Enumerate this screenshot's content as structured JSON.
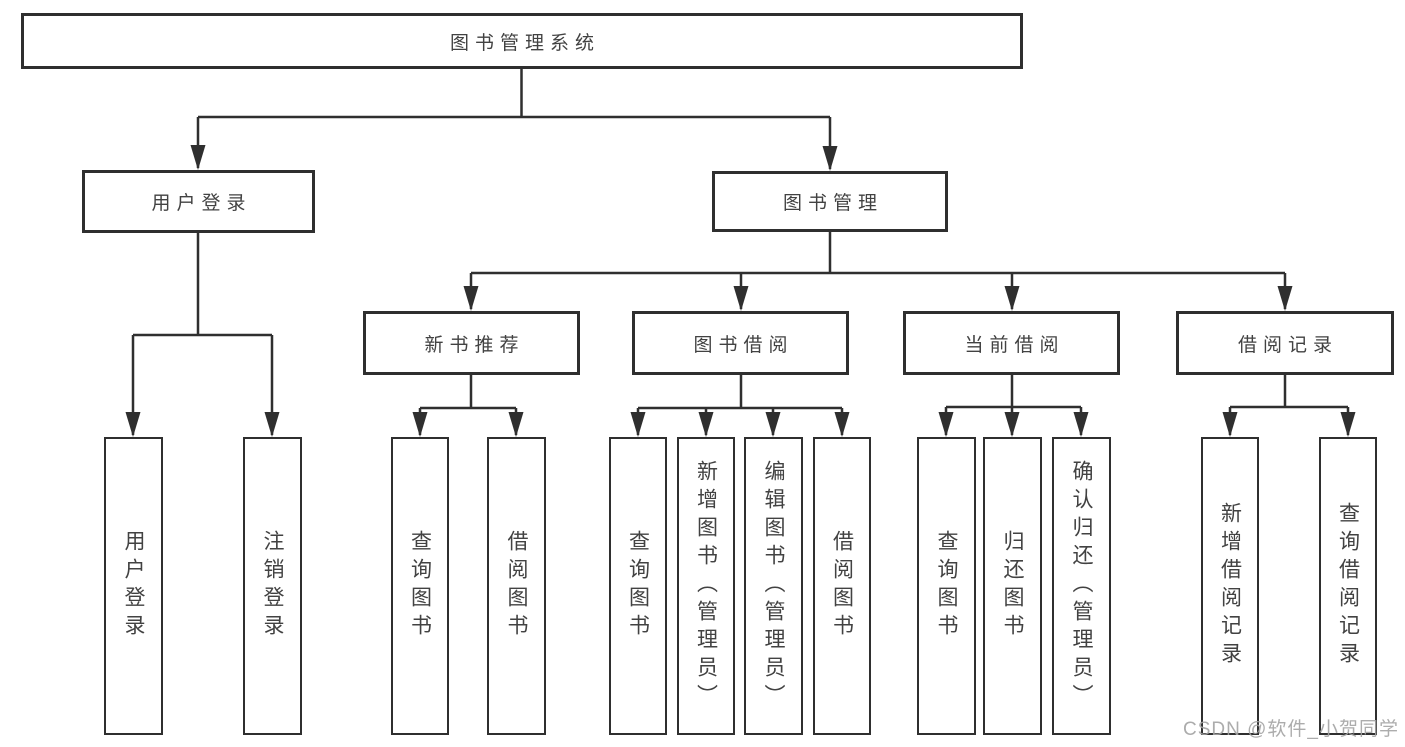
{
  "diagram": {
    "title_node": "图书管理系统",
    "watermark": "CSDN @软件_小贺同学",
    "colors": {
      "line": "#2f2f2f",
      "box_border": "#2f2f2f",
      "text": "#424242",
      "watermark": "#a3a3a3",
      "background": "#ffffff"
    },
    "nodes": {
      "root": {
        "label": "图书管理系统"
      },
      "user_login": {
        "label": "用户登录"
      },
      "book_mgmt": {
        "label": "图书管理"
      },
      "new_book_rec": {
        "label": "新书推荐"
      },
      "book_borrow": {
        "label": "图书借阅"
      },
      "current_borrow": {
        "label": "当前借阅"
      },
      "borrow_records": {
        "label": "借阅记录"
      },
      "leaf_user_login": {
        "label": "用户登录"
      },
      "leaf_logout": {
        "label": "注销登录"
      },
      "leaf_query_book_rec": {
        "label": "查询图书"
      },
      "leaf_borrow_book_rec": {
        "label": "借阅图书"
      },
      "leaf_query_book_borrow": {
        "label": "查询图书"
      },
      "leaf_add_book_admin": {
        "label": "新增图书（管理员）"
      },
      "leaf_edit_book_admin": {
        "label": "编辑图书（管理员）"
      },
      "leaf_borrow_book_borrow": {
        "label": "借阅图书"
      },
      "leaf_query_book_current": {
        "label": "查询图书"
      },
      "leaf_return_book": {
        "label": "归还图书"
      },
      "leaf_confirm_return_admin": {
        "label": "确认归还（管理员）"
      },
      "leaf_add_borrow_record": {
        "label": "新增借阅记录"
      },
      "leaf_query_borrow_record": {
        "label": "查询借阅记录"
      }
    }
  }
}
